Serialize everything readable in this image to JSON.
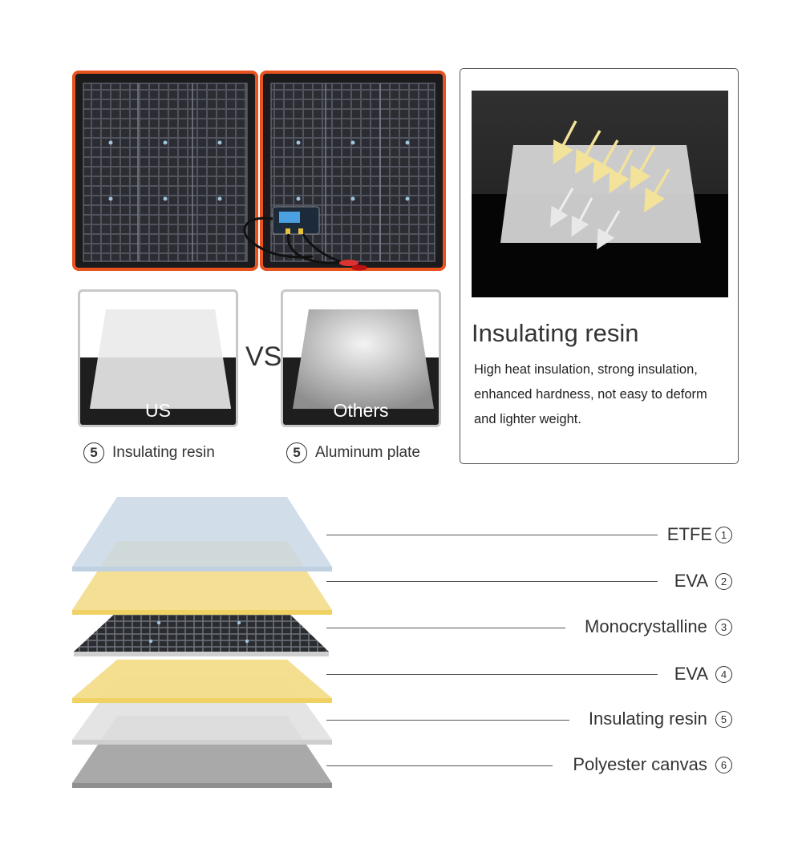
{
  "comparison": {
    "vs_text": "VS",
    "left": {
      "caption": "US",
      "number": "5",
      "label": "Insulating resin"
    },
    "right": {
      "caption": "Others",
      "number": "5",
      "label": "Aluminum plate"
    }
  },
  "resin_card": {
    "title": "Insulating resin",
    "description": "High heat insulation, strong insulation, enhanced hardness, not easy to deform and lighter weight."
  },
  "layers": [
    {
      "name": "ETFE",
      "number": "1"
    },
    {
      "name": "EVA",
      "number": "2"
    },
    {
      "name": "Monocrystalline",
      "number": "3"
    },
    {
      "name": "EVA",
      "number": "4"
    },
    {
      "name": "Insulating resin",
      "number": "5"
    },
    {
      "name": "Polyester canvas",
      "number": "6"
    }
  ],
  "colors": {
    "panel_border": "#e8531f",
    "etfe": "#c9d8e6",
    "eva": "#f3dc8a",
    "cell": "#2a2c30",
    "resin": "#e0e0e0",
    "canvas": "#a9a9a9"
  }
}
